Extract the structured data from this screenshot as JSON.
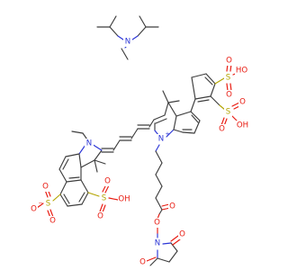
{
  "colors": {
    "carbon": "#3d3d3d",
    "oxygen": "#e8190f",
    "nitrogen": "#2b35d6",
    "sulfur": "#b3a400",
    "background": "#ffffff"
  },
  "atoms": {
    "amine_n": {
      "symbol": "N",
      "element": "nitrogen"
    },
    "dye_n_left": {
      "symbol": "N",
      "element": "nitrogen"
    },
    "dye_n_right": {
      "symbol": "N",
      "element": "nitrogen",
      "charge": "+"
    },
    "nhs_n": {
      "symbol": "N",
      "element": "nitrogen"
    },
    "s_left_ring": {
      "symbol": "S",
      "element": "sulfur"
    },
    "s_left_top": {
      "symbol": "S",
      "element": "sulfur"
    },
    "s_right_top": {
      "symbol": "S",
      "element": "sulfur"
    },
    "s_right_low": {
      "symbol": "S",
      "element": "sulfur"
    },
    "o_oh_lt": {
      "symbol": "OH",
      "element": "oxygen"
    },
    "o_dbl_lt1": {
      "symbol": "O",
      "element": "oxygen"
    },
    "o_dbl_lt2": {
      "symbol": "O",
      "element": "oxygen"
    },
    "o_minus_lr": {
      "symbol": "O",
      "element": "oxygen",
      "charge": "−"
    },
    "o_dbl_lr1": {
      "symbol": "O",
      "element": "oxygen"
    },
    "o_dbl_lr2": {
      "symbol": "O",
      "element": "oxygen"
    },
    "o_ho_rt": {
      "symbol": "HO",
      "element": "oxygen"
    },
    "o_dbl_rt1": {
      "symbol": "O",
      "element": "oxygen"
    },
    "o_dbl_rt2": {
      "symbol": "O",
      "element": "oxygen"
    },
    "o_oh_rl": {
      "symbol": "OH",
      "element": "oxygen"
    },
    "o_dbl_rl1": {
      "symbol": "O",
      "element": "oxygen"
    },
    "o_dbl_rl2": {
      "symbol": "O",
      "element": "oxygen"
    },
    "o_ester_dbl": {
      "symbol": "O",
      "element": "oxygen"
    },
    "o_ester": {
      "symbol": "O",
      "element": "oxygen"
    },
    "o_nhs_top": {
      "symbol": "O",
      "element": "oxygen"
    },
    "o_nhs_bottom": {
      "symbol": "O",
      "element": "oxygen"
    }
  }
}
